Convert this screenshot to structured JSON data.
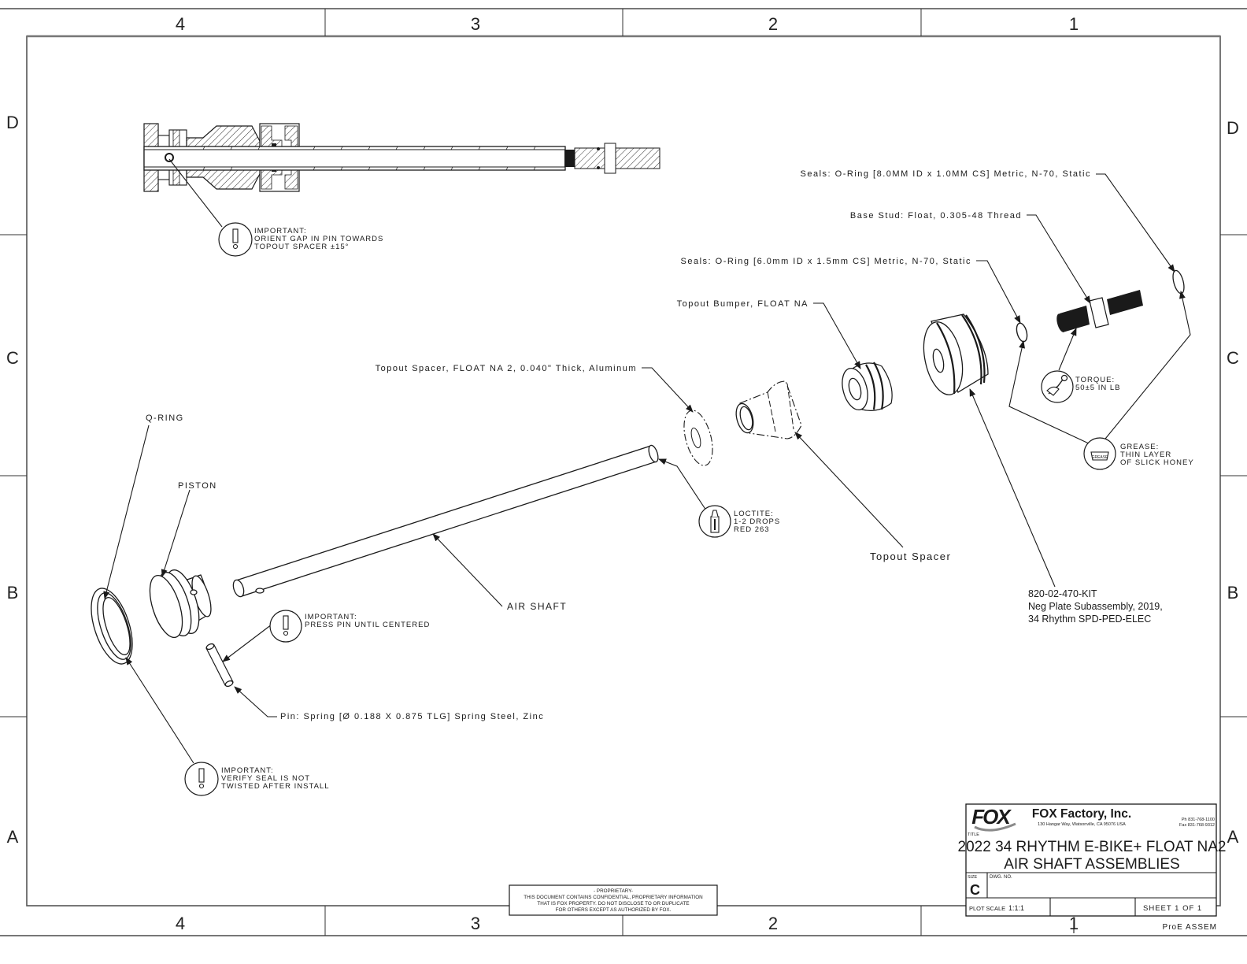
{
  "frame": {
    "column_zones": [
      "4",
      "3",
      "2",
      "1"
    ],
    "row_zones": [
      "D",
      "C",
      "B",
      "A"
    ]
  },
  "callouts": {
    "seal_8mm": "Seals: O-Ring [8.0MM ID x 1.0MM CS] Metric, N-70, Static",
    "base_stud": "Base Stud: Float, 0.305-48 Thread",
    "seal_6mm": "Seals: O-Ring [6.0mm ID x 1.5mm CS] Metric, N-70, Static",
    "topout_bumper": "Topout Bumper, FLOAT NA",
    "topout_spacer_alu": "Topout Spacer, FLOAT NA 2, 0.040\" Thick, Aluminum",
    "q_ring": "Q-RING",
    "piston": "PISTON",
    "air_shaft": "AIR SHAFT",
    "topout_spacer": "Topout Spacer",
    "pin_spring": "Pin: Spring [Ø 0.188 X 0.875 TLG] Spring Steel, Zinc",
    "kit_number": "820-02-470-KIT",
    "kit_desc_1": "Neg Plate Subassembly, 2019,",
    "kit_desc_2": "34 Rhythm SPD-PED-ELEC"
  },
  "notes": {
    "orient_gap": [
      "IMPORTANT:",
      "ORIENT GAP IN PIN TOWARDS",
      "TOPOUT SPACER ±15°"
    ],
    "press_pin": [
      "IMPORTANT:",
      "PRESS PIN UNTIL CENTERED"
    ],
    "verify_seal": [
      "IMPORTANT:",
      "VERIFY SEAL IS NOT",
      "TWISTED AFTER INSTALL"
    ],
    "loctite": [
      "LOCTITE:",
      "1-2 DROPS",
      "RED 263"
    ],
    "torque": [
      "TORQUE:",
      "50±5 IN LB"
    ],
    "grease": [
      "GREASE:",
      "THIN LAYER",
      "OF SLICK HONEY"
    ],
    "grease_icon_text": "GREASE"
  },
  "title_block": {
    "company": "FOX Factory, Inc.",
    "address": "130 Hangar Way, Watsonville, CA 95076 USA",
    "phone": "Ph 831-768-1100",
    "fax": "Fax 831-768-9312",
    "title_label": "TITLE",
    "title_line1": "2022 34 RHYTHM E-BIKE+ FLOAT NA2",
    "title_line2": "AIR SHAFT ASSEMBLIES",
    "size_label": "SIZE",
    "size_value": "C",
    "dwg_no_label": "DWG. NO.",
    "dwg_no_value": "",
    "plot_scale_label": "PLOT SCALE",
    "plot_scale_value": "1:1:1",
    "sheet": "SHEET 1 OF 1",
    "cad_system": "ProE ASSEM"
  },
  "proprietary": [
    "- PROPRIETARY-",
    "THIS DOCUMENT CONTAINS CONFIDENTIAL, PROPRIETARY INFORMATION",
    "THAT IS FOX PROPERTY.  DO NOT DISCLOSE TO OR DUPLICATE",
    "FOR OTHERS EXCEPT AS AUTHORIZED BY FOX."
  ]
}
